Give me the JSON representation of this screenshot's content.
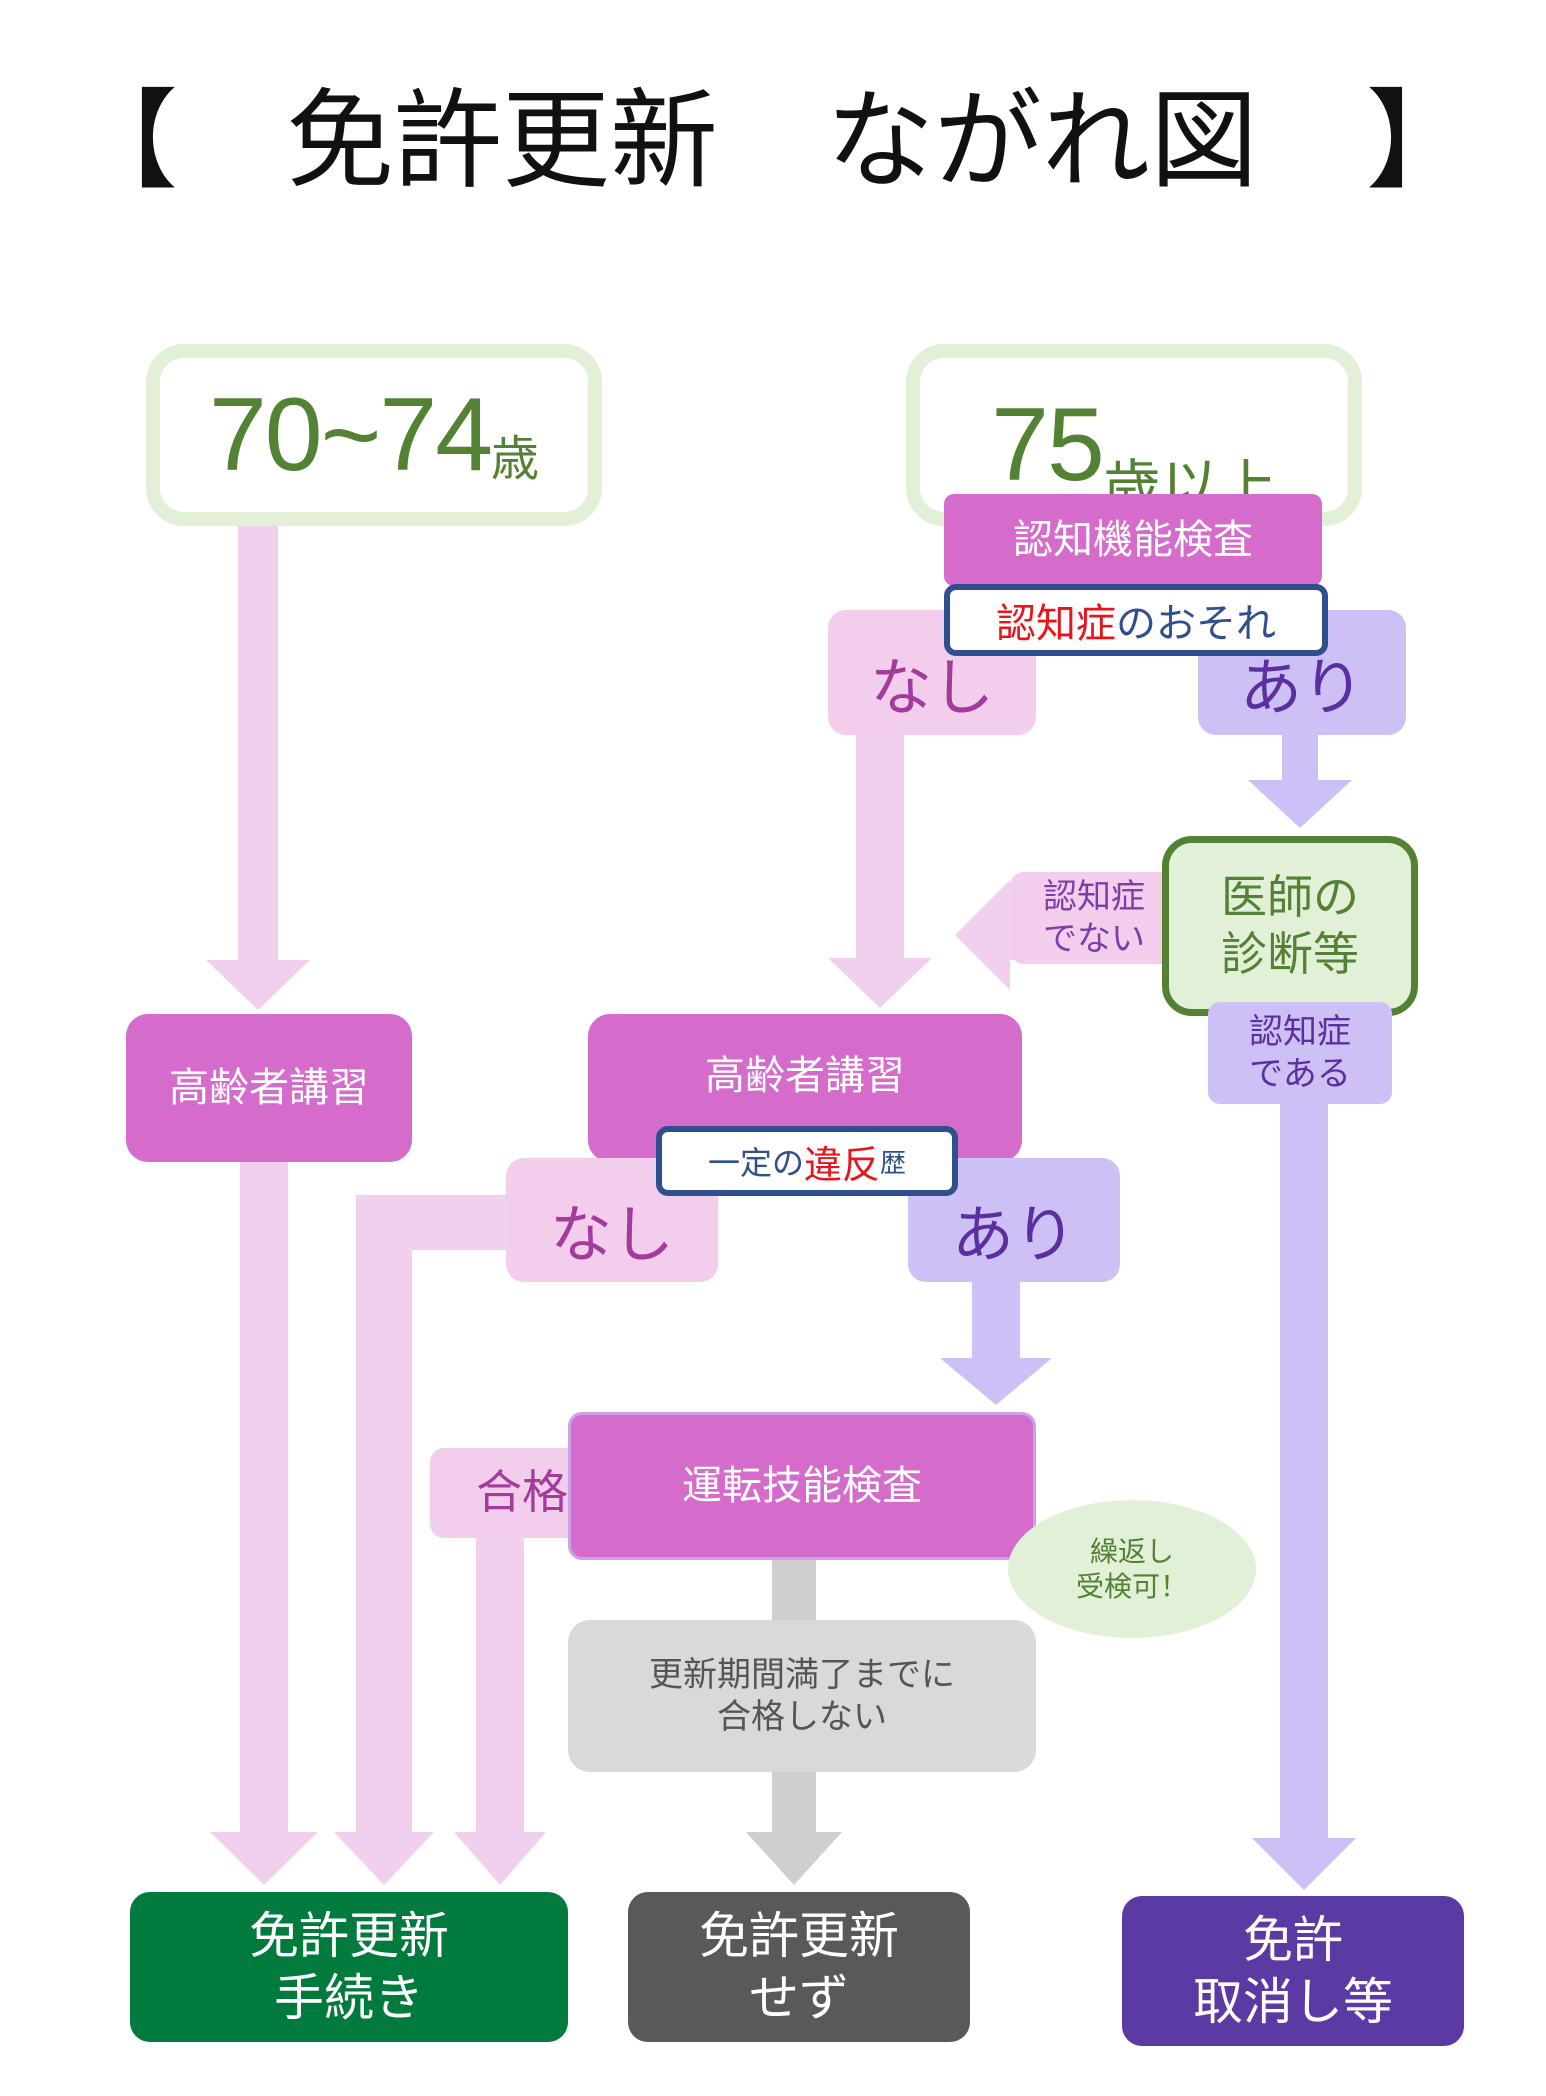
{
  "title": "【　免許更新　ながれ図　】",
  "ages": {
    "young": {
      "number": "70~74",
      "unit": "歳"
    },
    "old": {
      "number": "75",
      "unit": "歳以上"
    }
  },
  "cognitive_test": "認知機能検査",
  "dementia_risk": {
    "red": "認知症",
    "rest": "のおそれ"
  },
  "none": "なし",
  "exists": "あり",
  "doctor": {
    "line1": "医師の",
    "line2": "診断等"
  },
  "not_dementia": {
    "line1": "認知症",
    "line2": "でない"
  },
  "is_dementia": {
    "line1": "認知症",
    "line2": "である"
  },
  "lecture": "高齢者講習",
  "violation": {
    "pre": "一定の",
    "red": "違反",
    "post": "歴"
  },
  "pass": "合格",
  "driving_test": "運転技能検査",
  "retake": {
    "line1": "繰返し",
    "line2": "受検可！"
  },
  "fail": {
    "line1": "更新期間満了までに",
    "line2": "合格しない"
  },
  "results": {
    "renew": {
      "line1": "免許更新",
      "line2": "手続き"
    },
    "no_renew": {
      "line1": "免許更新",
      "line2": "せず"
    },
    "revoke": {
      "line1": "免許",
      "line2": "取消し等"
    }
  },
  "colors": {
    "pink_arrow": "#f0d0ec",
    "lavender_arrow": "#cdc0f6",
    "grey_arrow": "#cfcfcf",
    "magenta": "#d56ccc",
    "green_dark": "#007a3d",
    "grey_dark": "#595959",
    "purple_dark": "#5b3aa4",
    "red": "#e8141c"
  }
}
